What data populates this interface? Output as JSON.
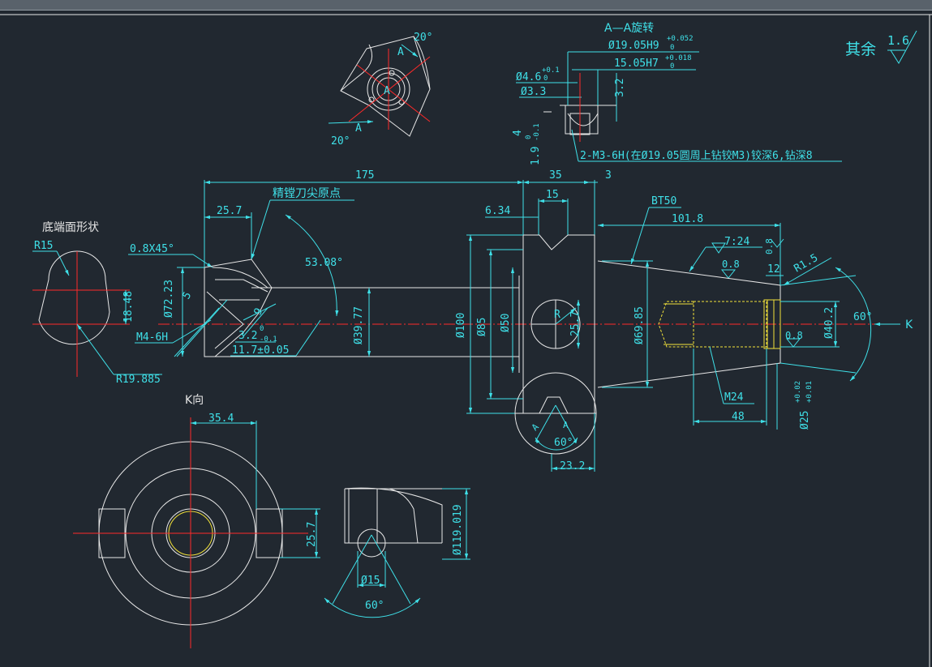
{
  "header": {
    "surface_roughness": "其余",
    "roughness_value": "1.6"
  },
  "section_aa": {
    "title": "A—A旋转",
    "dim_bore": "Ø19.05H9",
    "tol_bore_up": "+0.052",
    "tol_bore_low": "0",
    "dim_bore2": "15.05H7",
    "tol_bore2_up": "+0.018",
    "tol_bore2_low": "0",
    "dim_46": "Ø4.6",
    "tol_46": "+0.1",
    "tol_46_low": "0",
    "dim_33": "Ø3.3",
    "dim_32": "3.2",
    "dim_4": "4",
    "dim_19": "1.9",
    "tol_19_up": "0",
    "tol_19_low": "-0.1",
    "note": "2-M3-6H(在Ø19.05圆周上钻铰M3)铰深6,钻深8"
  },
  "detail_a": {
    "angle1": "20°",
    "angle2": "20°",
    "letter1": "A",
    "letter2": "A",
    "center_label": "A"
  },
  "main_view": {
    "dim_175": "175",
    "dim_35": "35",
    "dim_3": "3",
    "leader_label": "精镗刀尖原点",
    "dim_257": "25.7",
    "dim_634": "6.34",
    "dim_15": "15",
    "bt50": "BT50",
    "dim_1018": "101.8",
    "chamfer": "0.8X45°",
    "angle_5308": "53.08°",
    "taper": "7:24",
    "rough1": "0.8",
    "rough2": "0.8",
    "rough3": "0.8",
    "dim_12": "12",
    "r15": "R1.5",
    "dim_7223": "Ø72.23",
    "dim_5": "5",
    "dim_9": "9",
    "dim_3977": "Ø39.77",
    "dim_100": "Ø100",
    "dim_85": "Ø85",
    "dim_50": "Ø50",
    "r_label": "R",
    "dim_257v": "25.7",
    "dim_6985": "Ø69.85",
    "dim_402": "Ø40.2",
    "angle_60": "60°",
    "k_arrow": "K",
    "thread_m4": "M4-6H",
    "dim_32b": "3.2",
    "tol_32b_up": "0",
    "tol_32b_low": "-0.1",
    "dim_117": "11.7±0.05",
    "angle_60b": "60°",
    "a_letter1": "A",
    "a_letter2": "A",
    "dim_232": "23.2",
    "m24": "M24",
    "dim_48": "48",
    "dim_25": "Ø25",
    "tol_25_up": "+0.02",
    "tol_25_low": "+0.01"
  },
  "bottom_shape": {
    "title": "底端面形状",
    "r15": "R15",
    "dim_1848": "18.48",
    "r19885": "R19.885"
  },
  "k_view": {
    "title": "K向",
    "dim_354": "35.4",
    "dim_257": "25.7"
  },
  "groove_view": {
    "dim_119": "Ø119.019",
    "dim_15": "Ø15",
    "angle_60": "60°"
  }
}
